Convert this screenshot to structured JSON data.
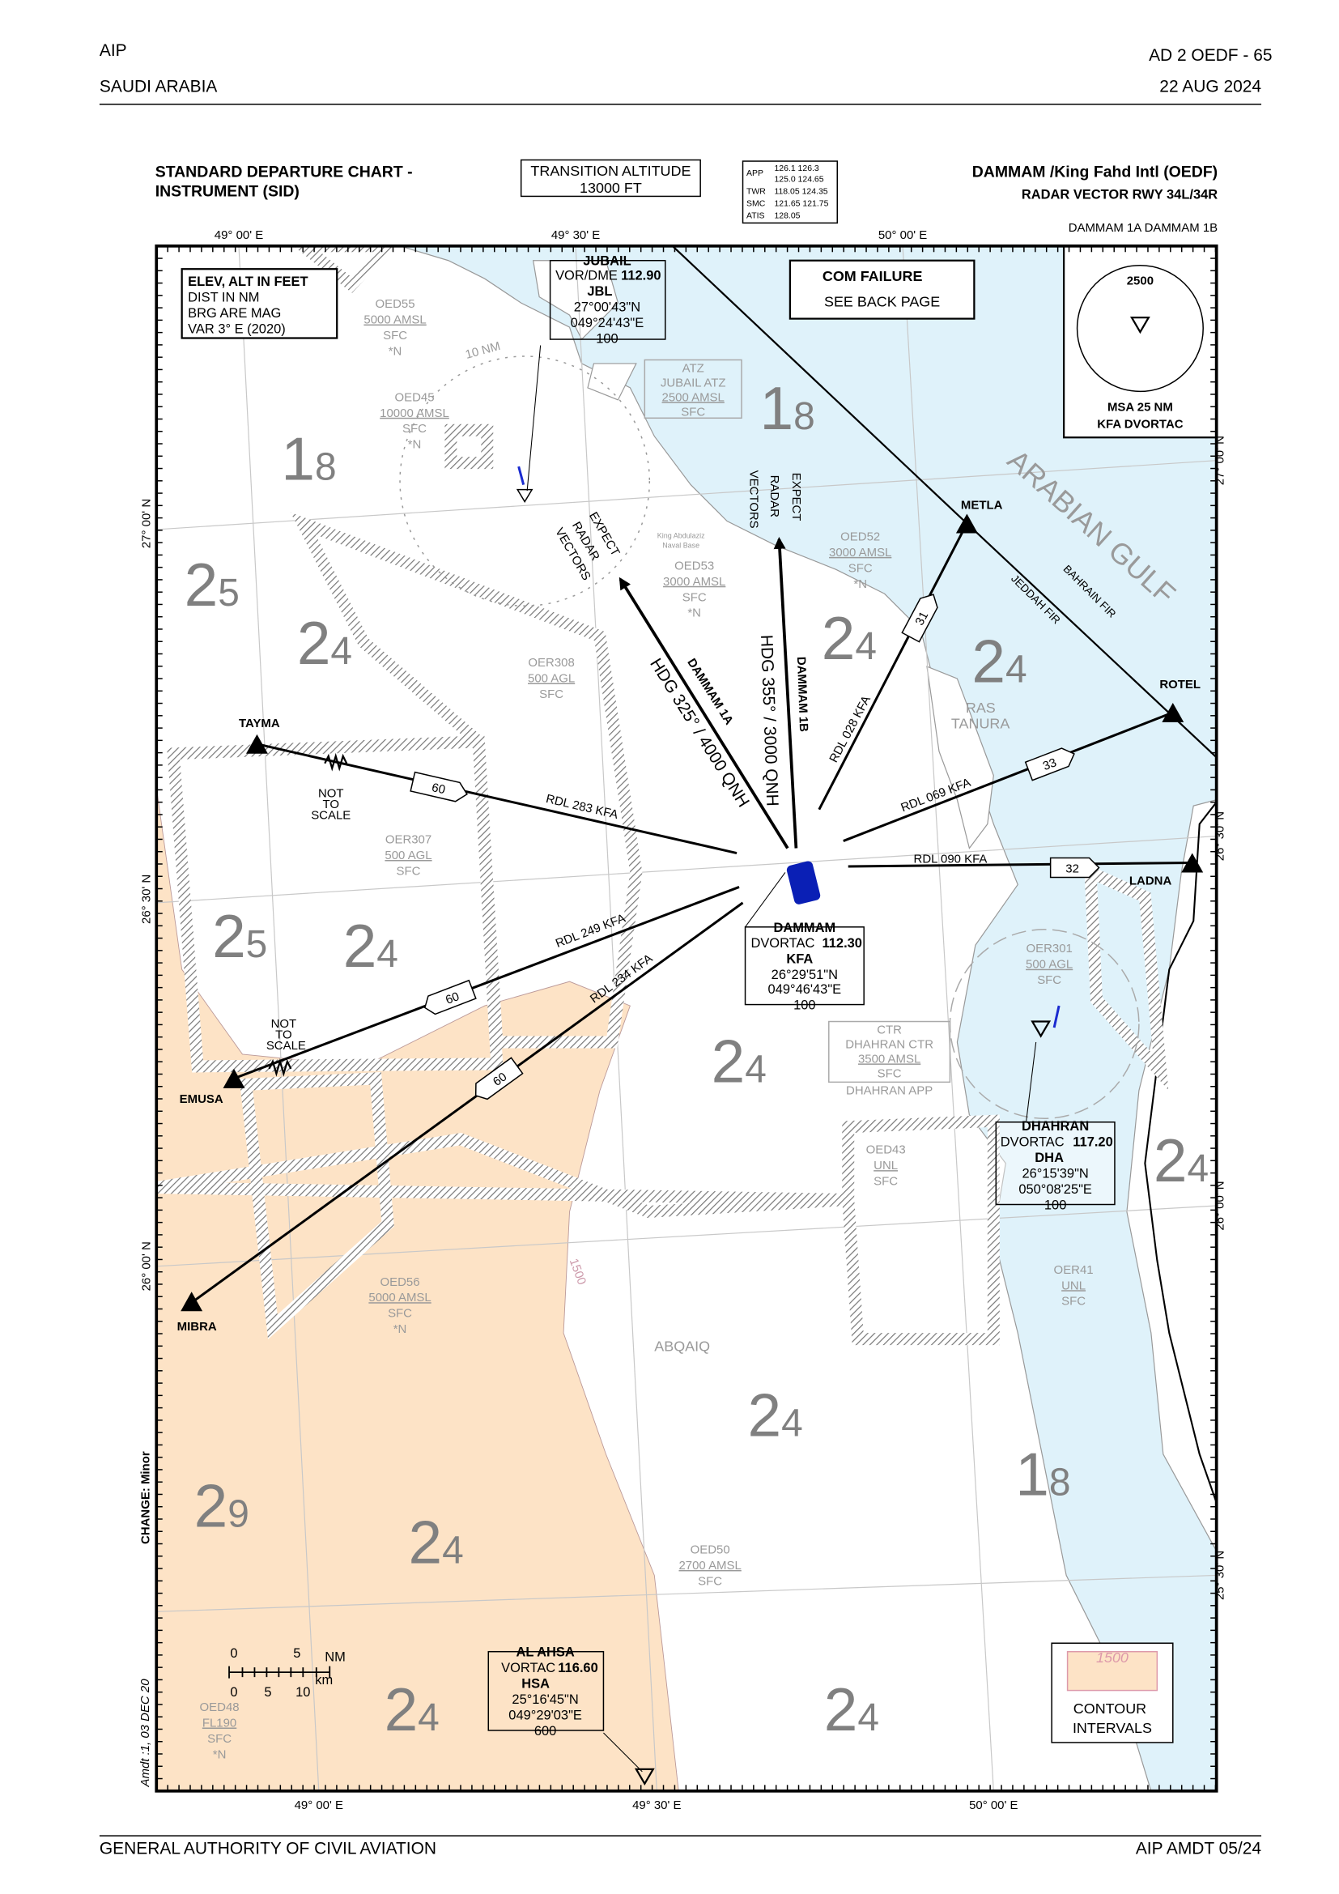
{
  "header": {
    "left_top": "AIP",
    "left_bottom": "SAUDI ARABIA",
    "right_top": "AD 2 OEDF - 65",
    "right_bottom": "22 AUG 2024"
  },
  "footer": {
    "left": "GENERAL AUTHORITY OF CIVIL AVIATION",
    "right": "AIP AMDT 05/24"
  },
  "chart": {
    "title_line1": "STANDARD DEPARTURE CHART  -",
    "title_line2": "INSTRUMENT (SID)",
    "transition_label": "TRANSITION ALTITUDE",
    "transition_value": "13000 FT",
    "airport": "DAMMAM /King Fahd Intl  (OEDF)",
    "procedure": "RADAR VECTOR RWY 34L/34R",
    "sids": "DAMMAM 1A DAMMAM 1B",
    "change": "CHANGE: Minor",
    "amendment": "Amdt :1, 03 DEC 20"
  },
  "frequencies": [
    {
      "service": "APP",
      "line1": "126.1 126.3",
      "line2": "125.0  124.65"
    },
    {
      "service": "TWR",
      "line1": "118.05 124.35"
    },
    {
      "service": "SMC",
      "line1": "121.65 121.75"
    },
    {
      "service": "ATIS",
      "line1": "128.05"
    }
  ],
  "notes": {
    "units": [
      "ELEV, ALT IN FEET",
      "DIST IN NM",
      "BRG ARE MAG",
      "VAR 3° E (2020)"
    ],
    "com_failure": "COM  FAILURE",
    "see_back": "SEE BACK PAGE",
    "msa_alt": "2500",
    "msa_line1": "MSA 25 NM",
    "msa_line2": "KFA DVORTAC",
    "contour_value": "1500",
    "contour_line1": "CONTOUR",
    "contour_line2": "INTERVALS",
    "not_to_scale": [
      "NOT",
      "TO",
      "SCALE"
    ],
    "expect_radar_vectors": [
      "EXPECT",
      "RADAR",
      "VECTORS"
    ],
    "sea": "ARABIAN GULF",
    "fir1": "JEDDAH FIR",
    "fir2": "BAHRAIN FIR",
    "ras_tanura": [
      "RAS",
      "TANURA"
    ],
    "abqaiq": "ABQAIQ",
    "naval_base": [
      "King Abdulaziz",
      "Naval Base"
    ],
    "ten_nm": "10 NM",
    "contour_map_label": "1500"
  },
  "scale": {
    "nm_unit": "NM",
    "km_unit": "km",
    "nm_ticks": [
      "0",
      "5"
    ],
    "km_ticks": [
      "0",
      "5",
      "10"
    ]
  },
  "graticule": {
    "top": [
      "49° 00' E",
      "49° 30' E",
      "50° 00' E"
    ],
    "bottom": [
      "49° 00' E",
      "49° 30' E",
      "50° 00' E"
    ],
    "left": [
      "27° 00' N",
      "26° 30' N",
      "26° 00' N"
    ],
    "right": [
      "27° 00' N",
      "26° 30' N",
      "26° 00' N",
      "25° 30' N"
    ]
  },
  "navaids": {
    "dammam": {
      "name": "DAMMAM",
      "type": "DVORTAC",
      "freq": "112.30",
      "ident": "KFA",
      "lat": "26°29'51\"N",
      "lon": "049°46'43\"E",
      "elev": "100"
    },
    "jubail": {
      "name": "JUBAIL",
      "type": "VOR/DME",
      "freq": "112.90",
      "ident": "JBL",
      "lat": "27°00'43\"N",
      "lon": "049°24'43\"E",
      "elev": "100"
    },
    "dhahran": {
      "name": "DHAHRAN",
      "type": "DVORTAC",
      "freq": "117.20",
      "ident": "DHA",
      "lat": "26°15'39\"N",
      "lon": "050°08'25\"E",
      "elev": "100"
    },
    "alahsa": {
      "name": "AL AHSA",
      "type": "VORTAC",
      "freq": "116.60",
      "ident": "HSA",
      "lat": "25°16'45\"N",
      "lon": "049°29'03\"E",
      "elev": "600"
    }
  },
  "waypoints": {
    "tayma": "TAYMA",
    "emusa": "EMUSA",
    "mibra": "MIBRA",
    "metla": "METLA",
    "rotel": "ROTEL",
    "ladna": "LADNA"
  },
  "routes": {
    "sid1a_name": "DAMMAM 1A",
    "sid1a_hdg": "HDG 325° / 4000 QNH",
    "sid1b_name": "DAMMAM 1B",
    "sid1b_hdg": "HDG 355° / 3000 QNH",
    "rdl283": "RDL 283 KFA",
    "rdl249": "RDL 249 KFA",
    "rdl234": "RDL 234 KFA",
    "rdl028": "RDL 028 KFA",
    "rdl069": "RDL 069 KFA",
    "rdl090": "RDL 090 KFA",
    "d_tayma": "60",
    "d_emusa": "60",
    "d_mibra": "60",
    "d_metla": "31",
    "d_rotel": "33",
    "d_ladna": "32"
  },
  "airspaces": [
    {
      "name": "OED55",
      "upper": "5000 AMSL",
      "lower": "SFC",
      "note": "*N"
    },
    {
      "name": "OED45",
      "upper": "10000 AMSL",
      "lower": "SFC",
      "note": "*N"
    },
    {
      "name": "ATZ",
      "title": "JUBAIL ATZ",
      "upper": "2500 AMSL",
      "lower": "SFC"
    },
    {
      "name": "OED52",
      "upper": "3000 AMSL",
      "lower": "SFC",
      "note": "*N"
    },
    {
      "name": "OED53",
      "upper": "3000 AMSL",
      "lower": "SFC",
      "note": "*N"
    },
    {
      "name": "OER308",
      "upper": "500 AGL",
      "lower": "SFC"
    },
    {
      "name": "OER307",
      "upper": "500 AGL",
      "lower": "SFC"
    },
    {
      "name": "OER301",
      "upper": "500 AGL",
      "lower": "SFC"
    },
    {
      "name": "CTR",
      "title": "DHAHRAN CTR",
      "upper": "3500 AMSL",
      "lower": "SFC",
      "note": "DHAHRAN APP"
    },
    {
      "name": "OED43",
      "upper": "UNL",
      "lower": "SFC"
    },
    {
      "name": "OER41",
      "upper": "UNL",
      "lower": "SFC"
    },
    {
      "name": "OED56",
      "upper": "5000 AMSL",
      "lower": "SFC",
      "note": "*N"
    },
    {
      "name": "OED50",
      "upper": "2700 AMSL",
      "lower": "SFC"
    },
    {
      "name": "OED48",
      "upper": "FL190",
      "lower": "SFC",
      "note": "*N"
    }
  ],
  "grid_mora": [
    {
      "big": "1",
      "small": "8"
    },
    {
      "big": "1",
      "small": "8"
    },
    {
      "big": "2",
      "small": "5"
    },
    {
      "big": "2",
      "small": "4"
    },
    {
      "big": "2",
      "small": "4"
    },
    {
      "big": "2",
      "small": "4"
    },
    {
      "big": "2",
      "small": "5"
    },
    {
      "big": "2",
      "small": "4"
    },
    {
      "big": "2",
      "small": "4"
    },
    {
      "big": "2",
      "small": "4"
    },
    {
      "big": "2",
      "small": "4"
    },
    {
      "big": "1",
      "small": "8"
    },
    {
      "big": "2",
      "small": "9"
    },
    {
      "big": "2",
      "small": "4"
    },
    {
      "big": "2",
      "small": "4"
    },
    {
      "big": "2",
      "small": "4"
    }
  ],
  "colors": {
    "sea": "#dff2fa",
    "desert": "#fde3c6",
    "runway": "#0a1fb5"
  }
}
